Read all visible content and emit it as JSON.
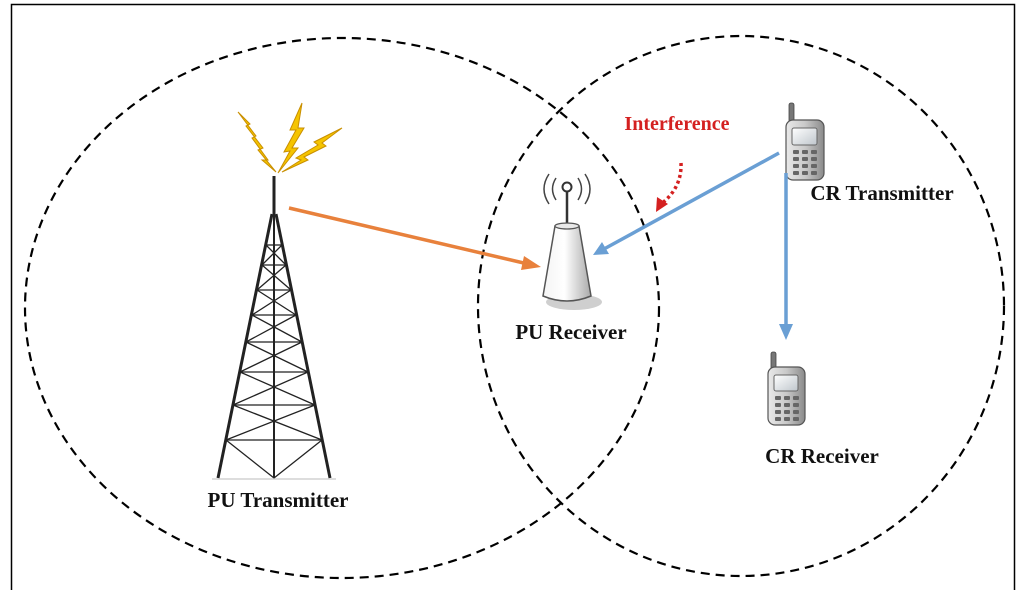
{
  "labels": {
    "pu_transmitter": "PU Transmitter",
    "pu_receiver": "PU Receiver",
    "cr_transmitter": "CR Transmitter",
    "cr_receiver": "CR Receiver",
    "interference": "Interference"
  },
  "colors": {
    "border": "#000000",
    "coverage_circle": "#000000",
    "primary_link": "#e8813c",
    "cognitive_link": "#6a9fd4",
    "interference_label": "#d42020",
    "interference_arrow": "#d42020",
    "lightning": "#f5c400",
    "tower": "#222222"
  },
  "icons": {
    "pu_transmitter": "radio-tower-icon",
    "pu_receiver": "antenna-receiver-icon",
    "cr_transmitter": "mobile-phone-icon",
    "cr_receiver": "mobile-phone-icon"
  }
}
